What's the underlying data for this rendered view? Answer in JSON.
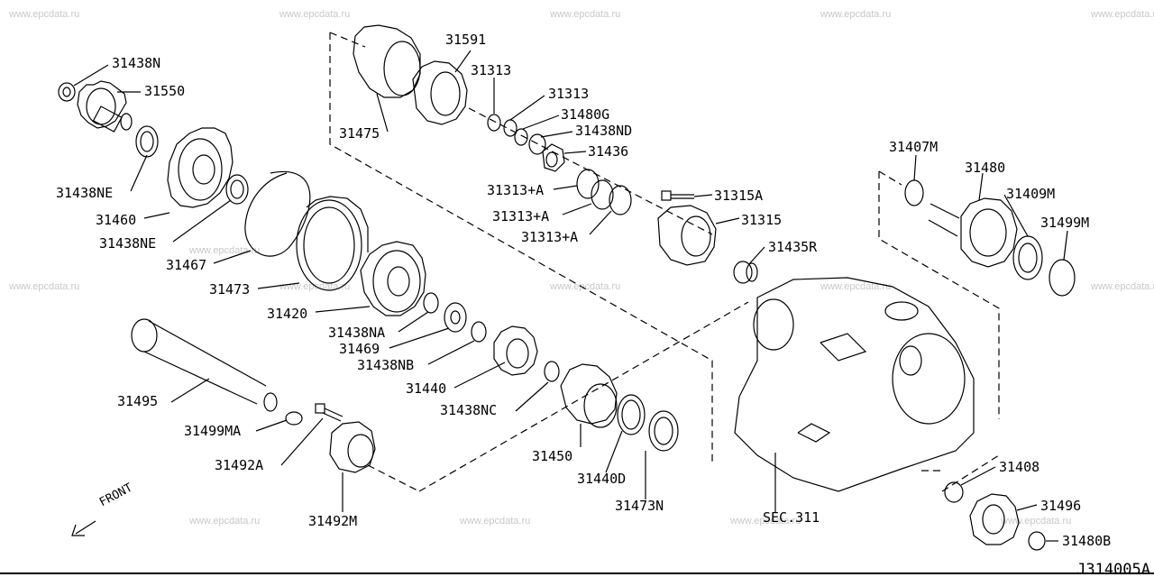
{
  "watermark": "www.epcdata.ru",
  "diagram_id": "J314005A",
  "front_label": "FRONT",
  "colors": {
    "ink": "#000000",
    "watermark": "#c8c8c8",
    "background": "#ffffff"
  },
  "parts": {
    "p31438N": "31438N",
    "p31550": "31550",
    "p31438NE_a": "31438NE",
    "p31460": "31460",
    "p31438NE_b": "31438NE",
    "p31467": "31467",
    "p31473": "31473",
    "p31420": "31420",
    "p31438NA": "31438NA",
    "p31469": "31469",
    "p31438NB": "31438NB",
    "p31440": "31440",
    "p31438NC": "31438NC",
    "p31495": "31495",
    "p31499MA": "31499MA",
    "p31492A": "31492A",
    "p31492M": "31492M",
    "p31450": "31450",
    "p31440D": "31440D",
    "p31473N": "31473N",
    "p31591": "31591",
    "p31313_a": "31313",
    "p31313_b": "31313",
    "p31480G": "31480G",
    "p31438ND": "31438ND",
    "p31475": "31475",
    "p31436": "31436",
    "p31313A_a": "31313+A",
    "p31313A_b": "31313+A",
    "p31313A_c": "31313+A",
    "p31315A": "31315A",
    "p31315": "31315",
    "p31435R": "31435R",
    "p31407M": "31407M",
    "p31480": "31480",
    "p31409M": "31409M",
    "p31499M": "31499M",
    "p31408": "31408",
    "p31496": "31496",
    "p31480B": "31480B",
    "sec311": "SEC.311"
  }
}
